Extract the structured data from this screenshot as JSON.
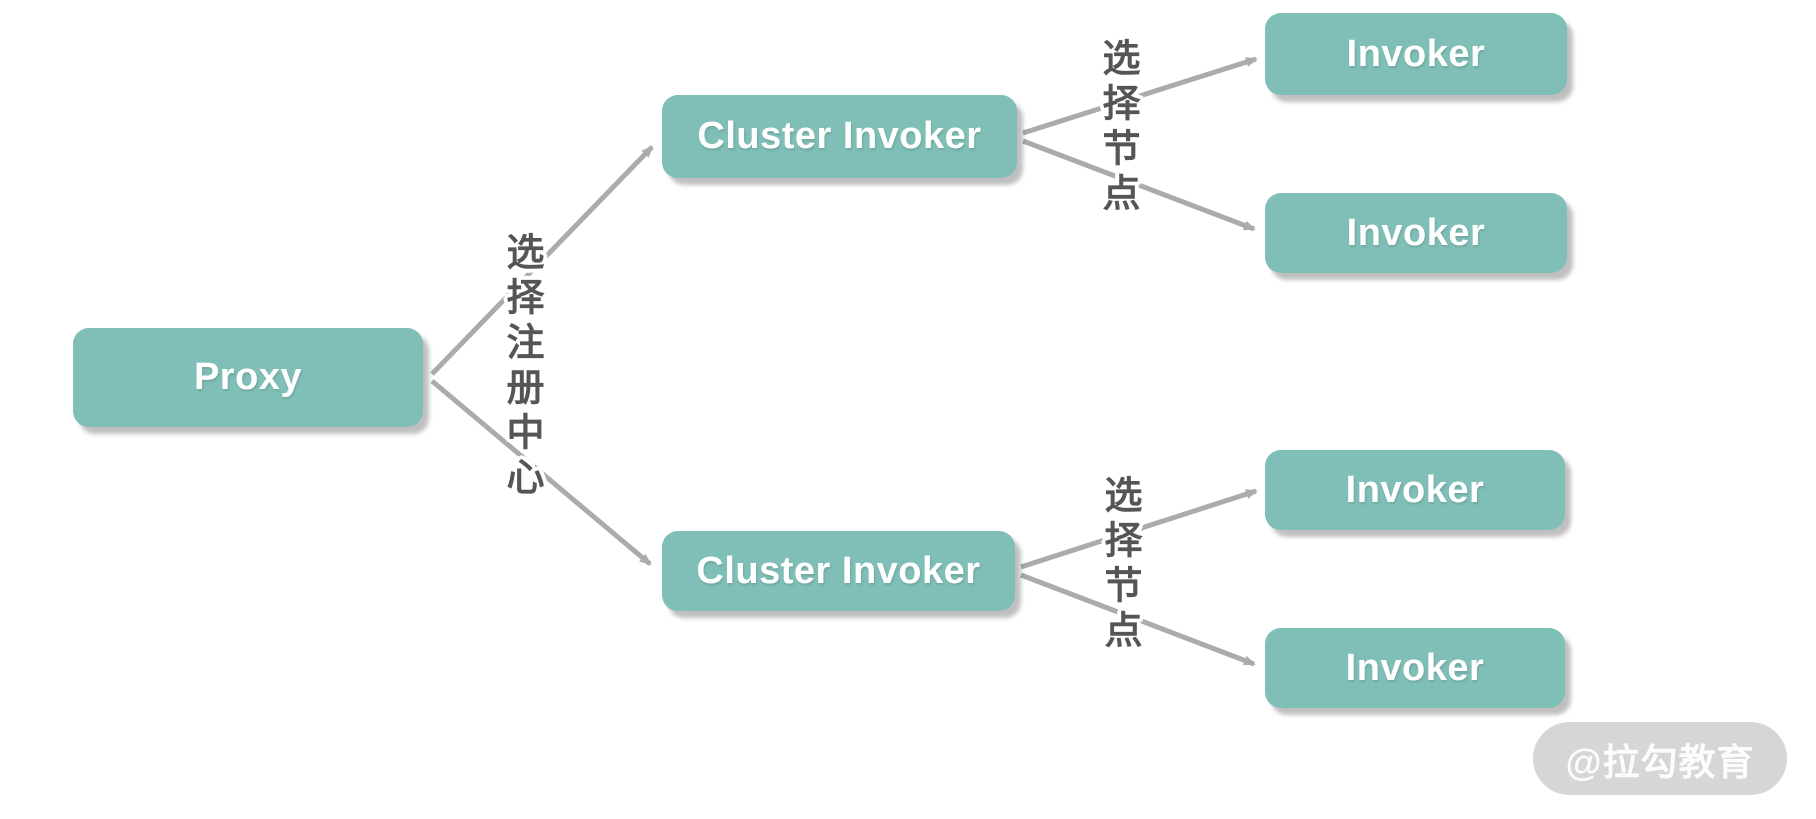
{
  "diagram": {
    "nodes": {
      "proxy": {
        "label": "Proxy"
      },
      "cluster_invoker_top": {
        "label": "Cluster Invoker"
      },
      "cluster_invoker_bottom": {
        "label": "Cluster Invoker"
      },
      "invoker_1": {
        "label": "Invoker"
      },
      "invoker_2": {
        "label": "Invoker"
      },
      "invoker_3": {
        "label": "Invoker"
      },
      "invoker_4": {
        "label": "Invoker"
      }
    },
    "edge_labels": {
      "select_registry": "选择注册中心",
      "select_node_top": "选择节点",
      "select_node_bottom": "选择节点"
    },
    "colors": {
      "node_fill": "#7fbfb7",
      "node_text": "#ffffff",
      "arrow": "#ababab",
      "edge_label_text": "#555555",
      "watermark_bg": "#d6d6d6",
      "watermark_text": "#ffffff",
      "background": "#ffffff"
    },
    "watermark": "@拉勾教育"
  }
}
